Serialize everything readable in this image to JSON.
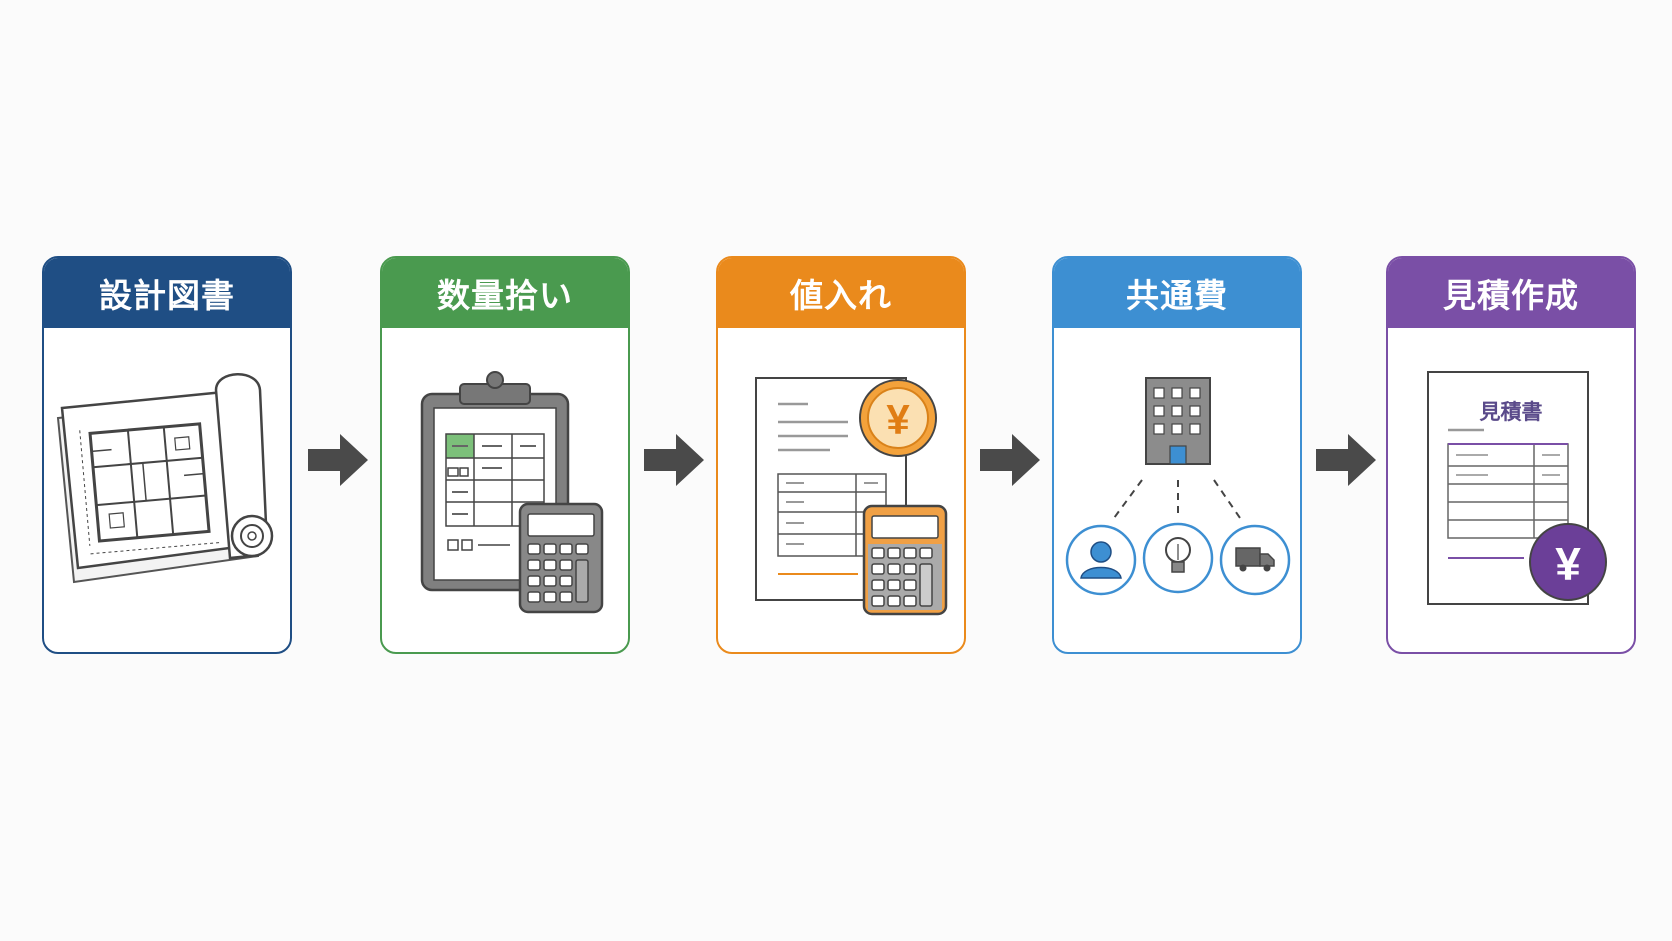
{
  "steps": [
    {
      "id": "step1",
      "label": "設計図書",
      "color": "#1f4e84"
    },
    {
      "id": "step2",
      "label": "数量拾い",
      "color": "#4a9a4f"
    },
    {
      "id": "step3",
      "label": "値入れ",
      "color": "#ea8a1c"
    },
    {
      "id": "step4",
      "label": "共通費",
      "color": "#3d8fd2"
    },
    {
      "id": "step5",
      "label": "見積作成",
      "color": "#7a4fa6",
      "document_title": "見積書"
    }
  ],
  "icons": {
    "step1": "blueprint-icon",
    "step2": [
      "clipboard-icon",
      "calculator-icon"
    ],
    "step3": [
      "document-icon",
      "yen-coin-icon",
      "calculator-icon"
    ],
    "step4": [
      "building-icon",
      "person-icon",
      "lightbulb-icon",
      "truck-icon"
    ],
    "step5": [
      "estimate-document-icon",
      "yen-coin-icon"
    ],
    "connector": "arrow-right-icon"
  },
  "accent_colors": {
    "arrow": "#4a4a4a",
    "outline": "#333333"
  }
}
